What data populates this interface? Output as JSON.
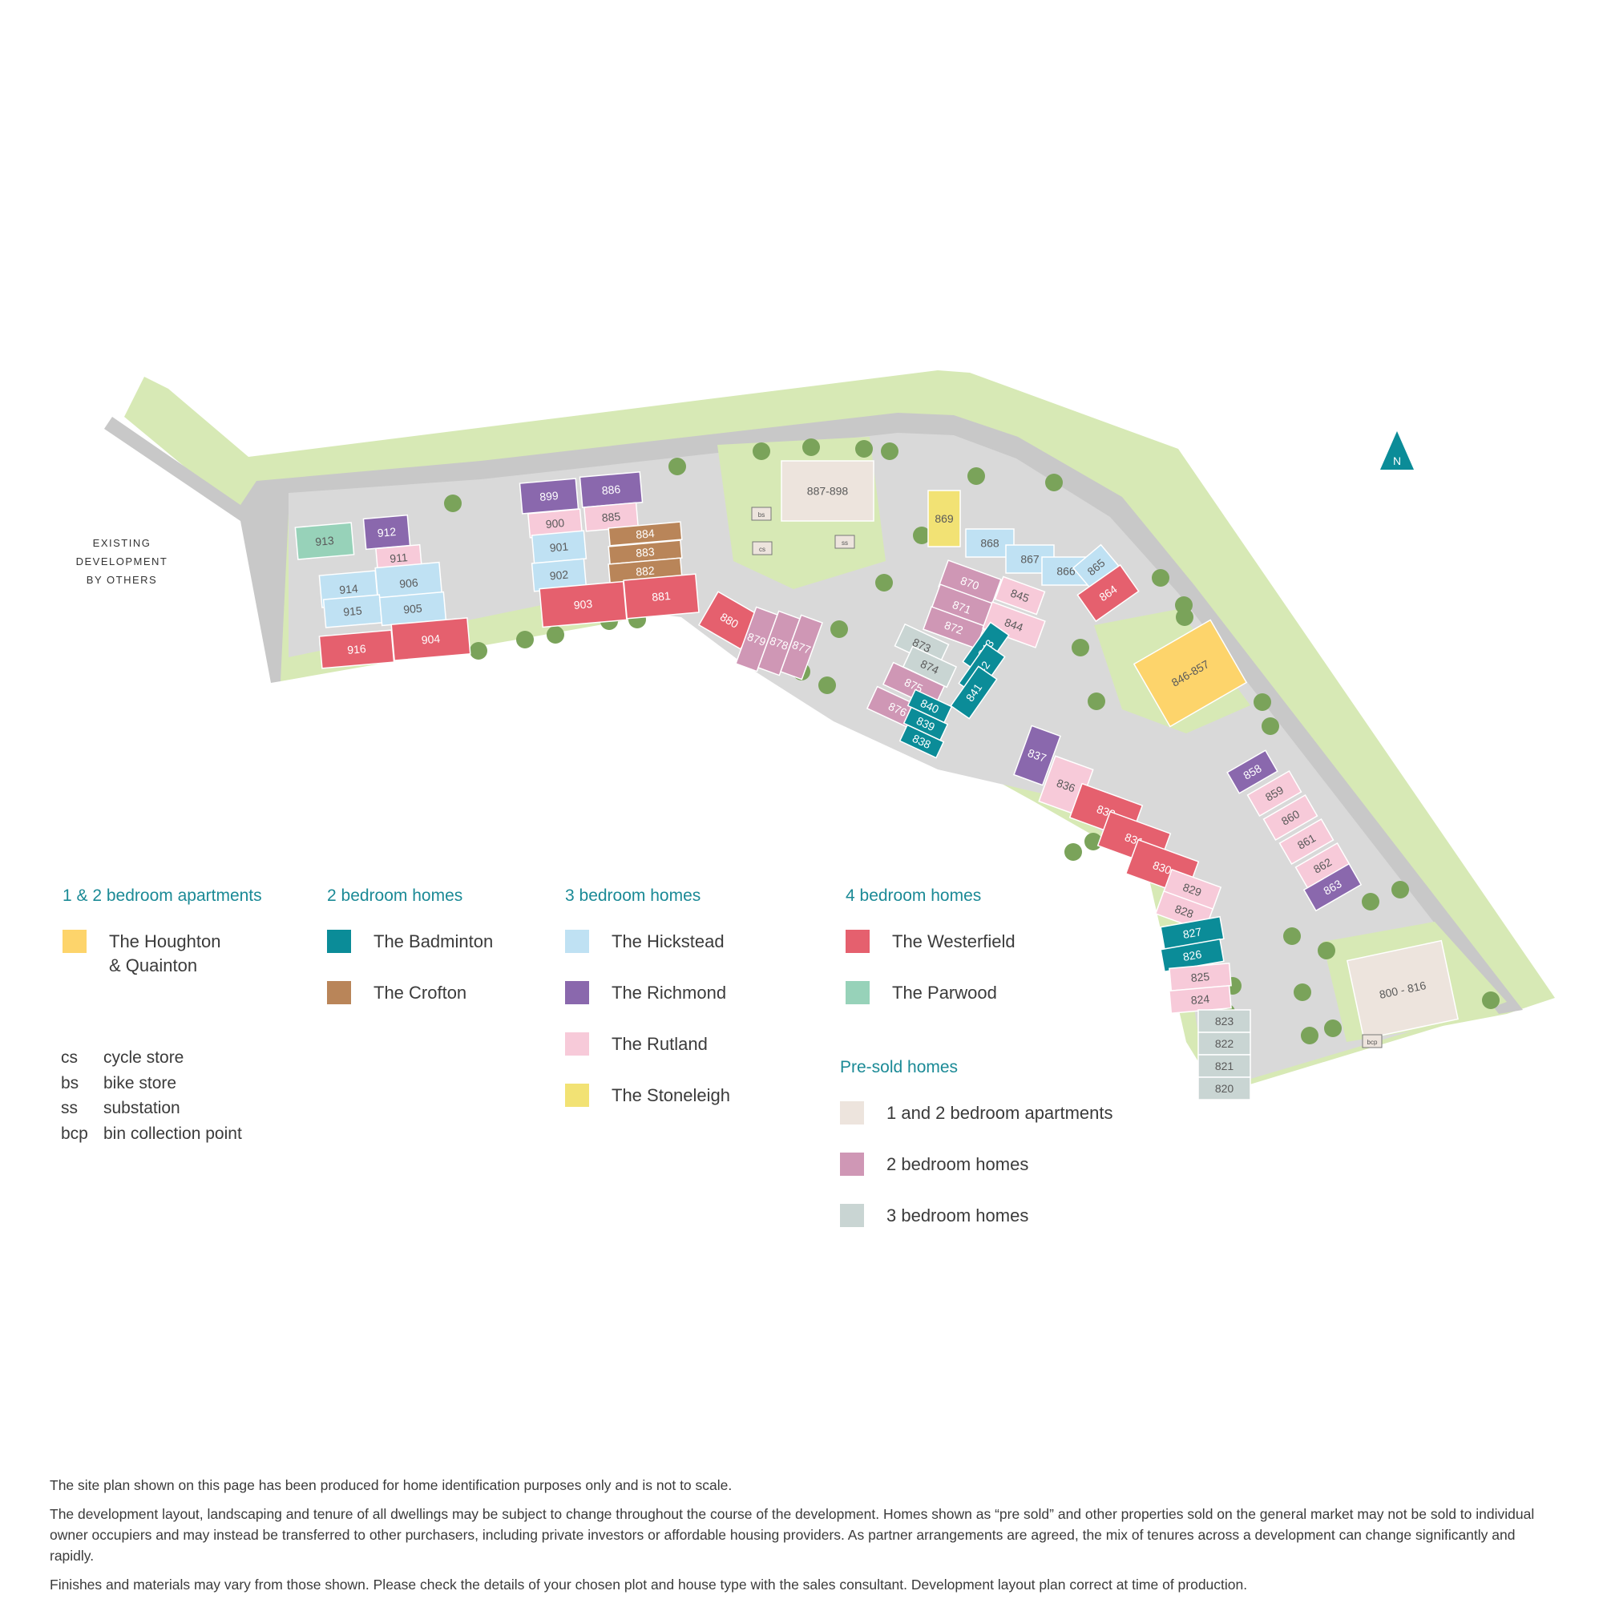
{
  "map": {
    "existing_development": [
      "EXISTING",
      "DEVELOPMENT",
      "BY OTHERS"
    ],
    "north_label": "N",
    "colors": {
      "houghton": "#fdd46b",
      "badminton": "#0b8c98",
      "crofton": "#b98559",
      "hickstead": "#bfe1f3",
      "richmond": "#8a68ad",
      "rutland": "#f7cad9",
      "stoneleigh": "#f2e274",
      "westerfield": "#e5606e",
      "parwood": "#97d2b9",
      "presold_apartments": "#ede4dd",
      "presold_2bed": "#cf97b5",
      "presold_3bed": "#c9d5d3",
      "road": "#c8c8c8",
      "green": "#d7e9b5",
      "tree": "#7aa35a"
    },
    "plots": [
      {
        "label": "913",
        "type": "parwood"
      },
      {
        "label": "912",
        "type": "richmond"
      },
      {
        "label": "911",
        "type": "rutland"
      },
      {
        "label": "914",
        "type": "hickstead"
      },
      {
        "label": "906",
        "type": "hickstead"
      },
      {
        "label": "915",
        "type": "hickstead"
      },
      {
        "label": "905",
        "type": "hickstead"
      },
      {
        "label": "916",
        "type": "westerfield"
      },
      {
        "label": "904",
        "type": "westerfield"
      },
      {
        "label": "899",
        "type": "richmond"
      },
      {
        "label": "886",
        "type": "richmond"
      },
      {
        "label": "900",
        "type": "rutland"
      },
      {
        "label": "885",
        "type": "rutland"
      },
      {
        "label": "901",
        "type": "hickstead"
      },
      {
        "label": "902",
        "type": "hickstead"
      },
      {
        "label": "884",
        "type": "crofton"
      },
      {
        "label": "883",
        "type": "crofton"
      },
      {
        "label": "882",
        "type": "crofton"
      },
      {
        "label": "903",
        "type": "westerfield"
      },
      {
        "label": "881",
        "type": "westerfield"
      },
      {
        "label": "880",
        "type": "westerfield"
      },
      {
        "label": "879",
        "type": "presold_2bed"
      },
      {
        "label": "878",
        "type": "presold_2bed"
      },
      {
        "label": "877",
        "type": "presold_2bed"
      },
      {
        "label": "887-898",
        "type": "presold_apartments"
      },
      {
        "label": "869",
        "type": "stoneleigh"
      },
      {
        "label": "868",
        "type": "hickstead"
      },
      {
        "label": "867",
        "type": "hickstead"
      },
      {
        "label": "866",
        "type": "hickstead"
      },
      {
        "label": "865",
        "type": "hickstead"
      },
      {
        "label": "864",
        "type": "westerfield"
      },
      {
        "label": "870",
        "type": "presold_2bed"
      },
      {
        "label": "871",
        "type": "presold_2bed"
      },
      {
        "label": "872",
        "type": "presold_2bed"
      },
      {
        "label": "845",
        "type": "rutland"
      },
      {
        "label": "844",
        "type": "rutland"
      },
      {
        "label": "873",
        "type": "presold_3bed"
      },
      {
        "label": "874",
        "type": "presold_3bed"
      },
      {
        "label": "843",
        "type": "badminton"
      },
      {
        "label": "842",
        "type": "badminton"
      },
      {
        "label": "841",
        "type": "badminton"
      },
      {
        "label": "875",
        "type": "presold_2bed"
      },
      {
        "label": "876",
        "type": "presold_2bed"
      },
      {
        "label": "840",
        "type": "badminton"
      },
      {
        "label": "839",
        "type": "badminton"
      },
      {
        "label": "838",
        "type": "badminton"
      },
      {
        "label": "846-857",
        "type": "houghton"
      },
      {
        "label": "837",
        "type": "richmond"
      },
      {
        "label": "836",
        "type": "rutland"
      },
      {
        "label": "832",
        "type": "westerfield"
      },
      {
        "label": "831",
        "type": "westerfield"
      },
      {
        "label": "830",
        "type": "westerfield"
      },
      {
        "label": "829",
        "type": "rutland"
      },
      {
        "label": "828",
        "type": "rutland"
      },
      {
        "label": "827",
        "type": "badminton"
      },
      {
        "label": "826",
        "type": "badminton"
      },
      {
        "label": "825",
        "type": "rutland"
      },
      {
        "label": "824",
        "type": "rutland"
      },
      {
        "label": "823",
        "type": "presold_3bed"
      },
      {
        "label": "822",
        "type": "presold_3bed"
      },
      {
        "label": "821",
        "type": "presold_3bed"
      },
      {
        "label": "820",
        "type": "presold_3bed"
      },
      {
        "label": "858",
        "type": "richmond"
      },
      {
        "label": "859",
        "type": "rutland"
      },
      {
        "label": "860",
        "type": "rutland"
      },
      {
        "label": "861",
        "type": "rutland"
      },
      {
        "label": "862",
        "type": "rutland"
      },
      {
        "label": "863",
        "type": "richmond"
      },
      {
        "label": "800 - 816",
        "type": "presold_apartments"
      }
    ],
    "small_labels": [
      "bs",
      "cs",
      "ss",
      "bcp"
    ]
  },
  "legend": {
    "apartments": {
      "heading": "1 & 2 bedroom apartments",
      "items": [
        {
          "label": "The Houghton\n& Quainton",
          "color": "#fdd46b"
        }
      ]
    },
    "two_bed": {
      "heading": "2 bedroom homes",
      "items": [
        {
          "label": "The Badminton",
          "color": "#0b8c98"
        },
        {
          "label": "The Crofton",
          "color": "#b98559"
        }
      ]
    },
    "three_bed": {
      "heading": "3 bedroom homes",
      "items": [
        {
          "label": "The Hickstead",
          "color": "#bfe1f3"
        },
        {
          "label": "The Richmond",
          "color": "#8a68ad"
        },
        {
          "label": "The Rutland",
          "color": "#f7cad9"
        },
        {
          "label": "The Stoneleigh",
          "color": "#f2e274"
        }
      ]
    },
    "four_bed": {
      "heading": "4 bedroom homes",
      "items": [
        {
          "label": "The Westerfield",
          "color": "#e5606e"
        },
        {
          "label": "The Parwood",
          "color": "#97d2b9"
        }
      ]
    },
    "presold": {
      "heading": "Pre-sold homes",
      "items": [
        {
          "label": "1 and 2 bedroom apartments",
          "color": "#ede4dd"
        },
        {
          "label": "2 bedroom homes",
          "color": "#cf97b5"
        },
        {
          "label": "3 bedroom homes",
          "color": "#c9d5d3"
        }
      ]
    },
    "abbreviations": [
      {
        "key": "cs",
        "value": "cycle store"
      },
      {
        "key": "bs",
        "value": "bike store"
      },
      {
        "key": "ss",
        "value": "substation"
      },
      {
        "key": "bcp",
        "value": "bin collection point"
      }
    ]
  },
  "notes": [
    "The site plan shown on this page has been produced for home identification purposes only and is not to scale.",
    "The development layout, landscaping and tenure of all dwellings may be subject to change throughout the course of the development. Homes shown as “pre sold” and other properties sold on the general market may not be sold to individual owner occupiers and may instead be transferred to other purchasers, including private investors or affordable housing providers. As partner arrangements are agreed, the mix of tenures across a development can change significantly and rapidly.",
    "Finishes and materials may vary from those shown. Please check the details of your chosen plot and house type with the sales consultant. Development layout plan correct at time of production."
  ]
}
